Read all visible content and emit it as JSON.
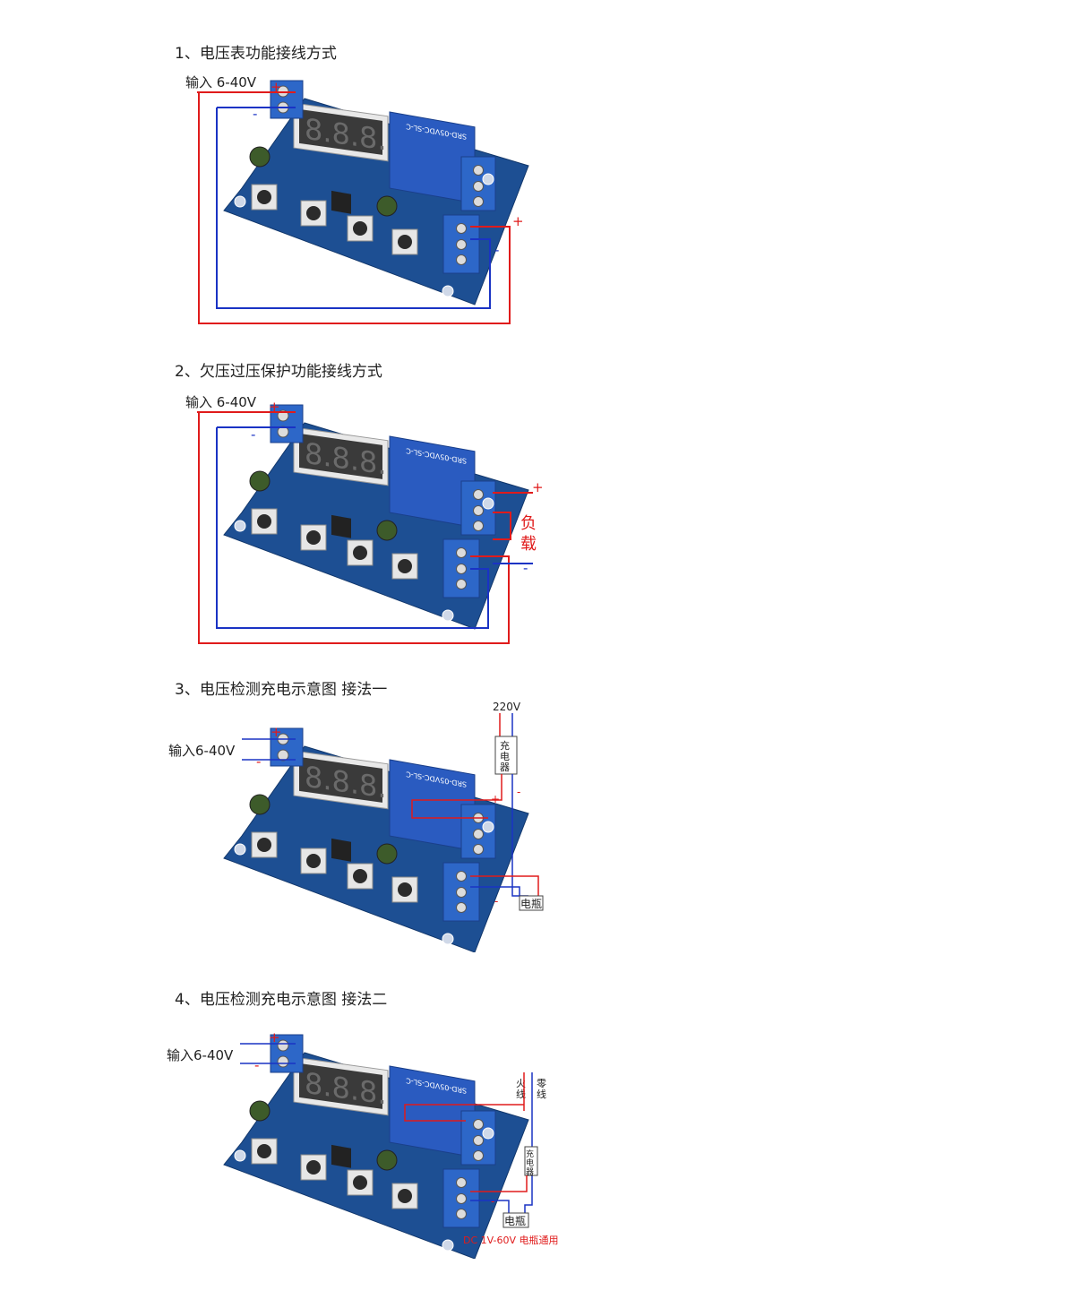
{
  "sections": [
    {
      "title": "1、电压表功能接线方式",
      "input_label": "输入 6-40V",
      "plus": "+",
      "minus": "-"
    },
    {
      "title": "2、欠压过压保护功能接线方式",
      "input_label": "输入 6-40V",
      "plus": "+",
      "minus": "-",
      "load_label_1": "负",
      "load_label_2": "载"
    },
    {
      "title": "3、电压检测充电示意图 接法一",
      "input_label": "输入6-40V",
      "plus": "+",
      "minus": "-",
      "source_label": "220V",
      "charger_label": [
        "充",
        "电",
        "器"
      ],
      "battery_label": "电瓶"
    },
    {
      "title": "4、电压检测充电示意图 接法二",
      "input_label": "输入6-40V",
      "plus": "+",
      "minus": "-",
      "live_label": [
        "火",
        "线"
      ],
      "neutral_label": [
        "零",
        "线"
      ],
      "charger_label": [
        "充",
        "电",
        "器"
      ],
      "battery_label": "电瓶",
      "note": "DC 1V-60V 电瓶通用"
    }
  ],
  "module": {
    "digits": "8.8.8.",
    "relay_text": "SRD-05VDC-SL-C"
  },
  "colors": {
    "red_wire": "#e01b1b",
    "blue_wire": "#1a33c4",
    "pcb": "#1d4f93",
    "relay": "#2a5bc0",
    "terminal": "#2d67c8"
  }
}
